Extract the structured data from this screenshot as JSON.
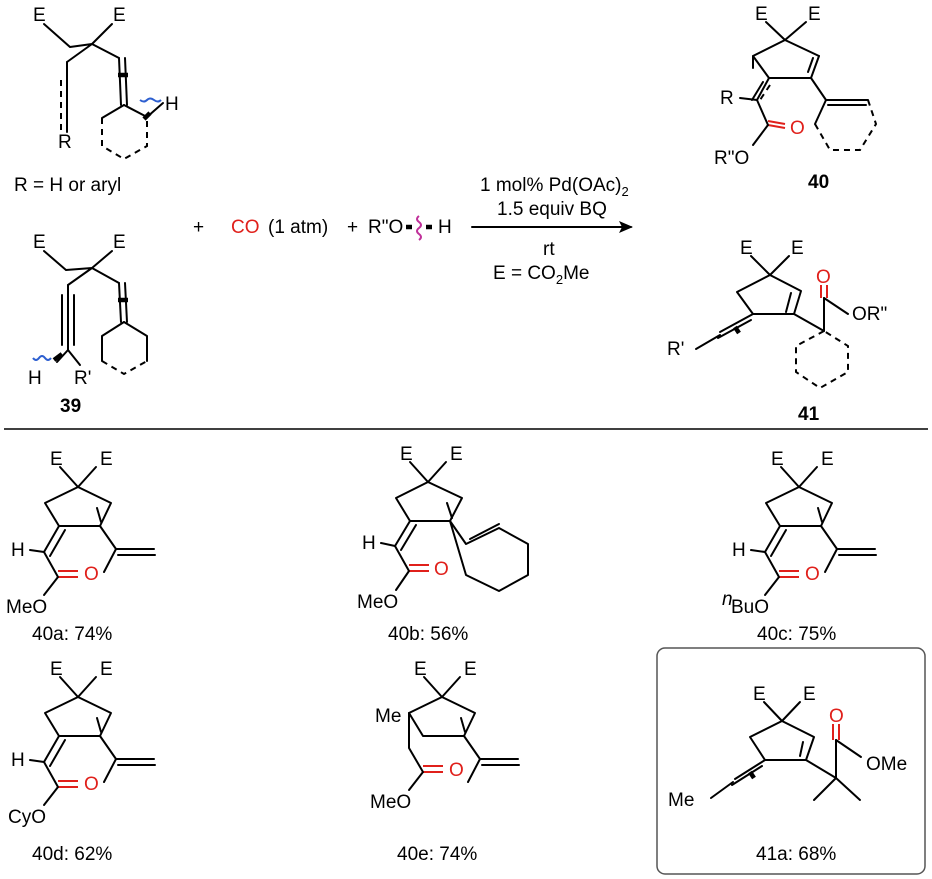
{
  "labels": {
    "E": "E",
    "H": "H",
    "R": "R",
    "Rprime": "R'",
    "Rdoubleprime_O": "R\"O",
    "ORdoubleprime": "OR\"",
    "O": "O",
    "MeO": "MeO",
    "OMe": "OMe",
    "BuO": "BuO",
    "n": "n",
    "CyO": "CyO",
    "Me": "Me",
    "R_def": "R = H or aryl"
  },
  "reaction": {
    "plus1": "+",
    "co": "CO",
    "co_pressure": "(1 atm)",
    "plus2": "+",
    "reagent_O": "R\"O",
    "reagent_H": "H",
    "catalyst_pre": "1 mol% Pd(OAc)",
    "catalyst_sub": "2",
    "oxidant": "1.5 equiv BQ",
    "temp": "rt",
    "e_def_pre": "E = CO",
    "e_def_sub": "2",
    "e_def_post": "Me"
  },
  "compounds": {
    "c39": "39",
    "c40": "40",
    "c41": "41",
    "c40a_id": "40a",
    "c40a_yield": ": 74%",
    "c40b_id": "40b",
    "c40b_yield": ": 56%",
    "c40c_id": "40c",
    "c40c_yield": ": 75%",
    "c40d_id": "40d",
    "c40d_yield": ": 62%",
    "c40e_id": "40e",
    "c40e_yield": ": 74%",
    "c41a_id": "41a",
    "c41a_yield": ": 68%"
  },
  "colors": {
    "red": "#e0201b",
    "wavy": "#2d5fd0",
    "pink": "#c0309a"
  }
}
